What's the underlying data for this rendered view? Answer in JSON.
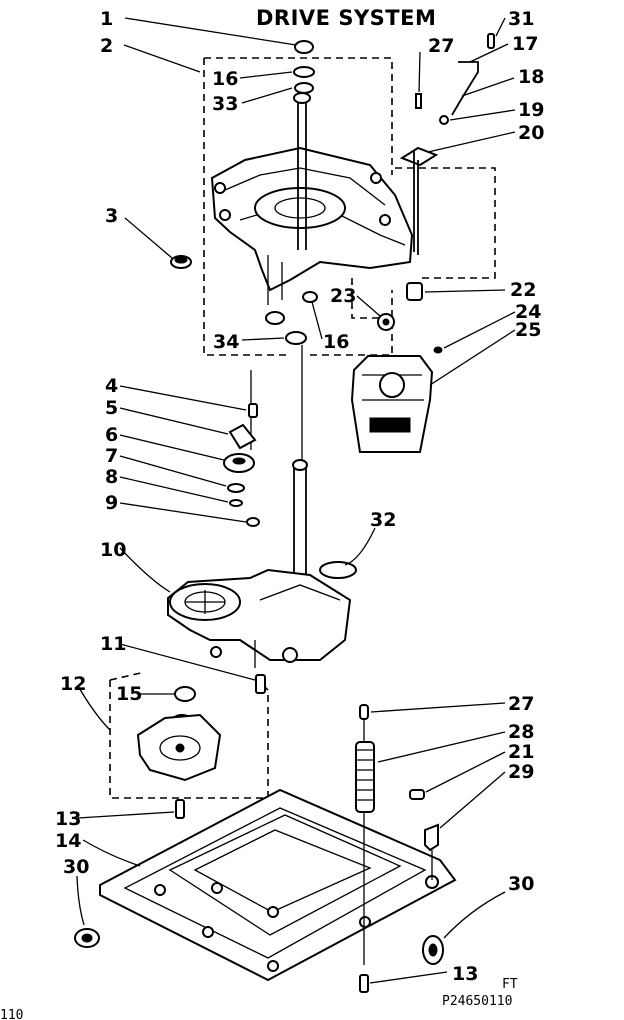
{
  "title": "DRIVE SYSTEM",
  "labels": {
    "l1": "1",
    "l2": "2",
    "l3": "3",
    "l4": "4",
    "l5": "5",
    "l6": "6",
    "l7": "7",
    "l8": "8",
    "l9": "9",
    "l10": "10",
    "l11": "11",
    "l12": "12",
    "l13a": "13",
    "l13b": "13",
    "l14": "14",
    "l15": "15",
    "l16a": "16",
    "l16b": "16",
    "l17": "17",
    "l18": "18",
    "l19": "19",
    "l20": "20",
    "l21": "21",
    "l22": "22",
    "l23": "23",
    "l24": "24",
    "l25": "25",
    "l27a": "27",
    "l27b": "27",
    "l28": "28",
    "l29": "29",
    "l30a": "30",
    "l30b": "30",
    "l31": "31",
    "l32": "32",
    "l33": "33",
    "l34": "34"
  },
  "footer": {
    "code_top": "FT",
    "code": "P24650110",
    "corner": "110"
  }
}
